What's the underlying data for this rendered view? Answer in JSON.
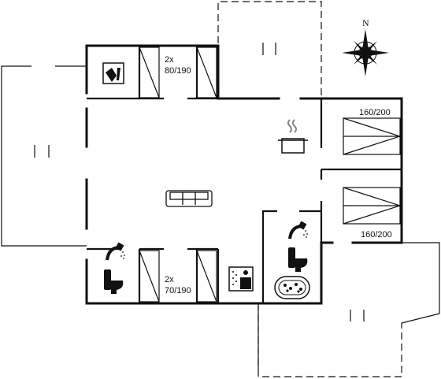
{
  "labels": {
    "bed_top_left_count": "2x",
    "bed_top_left_size": "80/190",
    "bed_right_top": "160/200",
    "bed_right_bottom": "160/200",
    "bed_bottom_count": "2x",
    "bed_bottom_size": "70/190",
    "compass_north": "N"
  },
  "icons": [
    "washing-machine-icon",
    "shower-icon",
    "toilet-icon",
    "sauna-icon",
    "spa-bath-icon",
    "cooking-pot-icon",
    "sofa-icon",
    "compass-rose-icon"
  ],
  "colors": {
    "line": "#111111",
    "background": "#ffffff"
  }
}
